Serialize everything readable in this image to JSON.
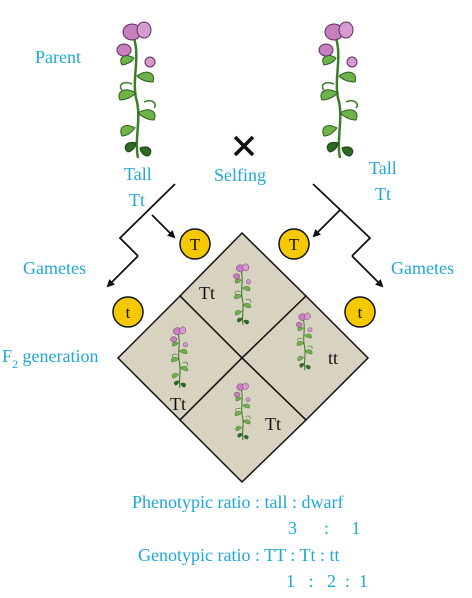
{
  "labels": {
    "parent": "Parent",
    "left_tall": "Tall",
    "left_genotype": "Tt",
    "selfing": "Selfing",
    "right_tall": "Tall",
    "right_genotype": "Tt",
    "gametes_left": "Gametes",
    "gametes_right": "Gametes",
    "f2_prefix": "F",
    "f2_sub": "2",
    "f2_suffix": " generation"
  },
  "gametes": {
    "left_top": "T",
    "left_bottom": "t",
    "right_top": "T",
    "right_bottom": "t"
  },
  "cells": {
    "top": "Tt",
    "left": "Tt",
    "right": "tt",
    "bottom": "Tt"
  },
  "ratios": {
    "phenotypic": "Phenotypic ratio : tall : dwarf",
    "phenotypic_values": "3      :     1",
    "genotypic": "Genotypic ratio : TT : Tt : tt",
    "genotypic_values": "1   :   2  :  1"
  },
  "colors": {
    "label_blue": "#1ea7d8",
    "gamete_fill": "#f5c800",
    "cell_fill": "#d8d2c0",
    "flower": "#c77fc0",
    "leaf": "#6fb24a"
  }
}
